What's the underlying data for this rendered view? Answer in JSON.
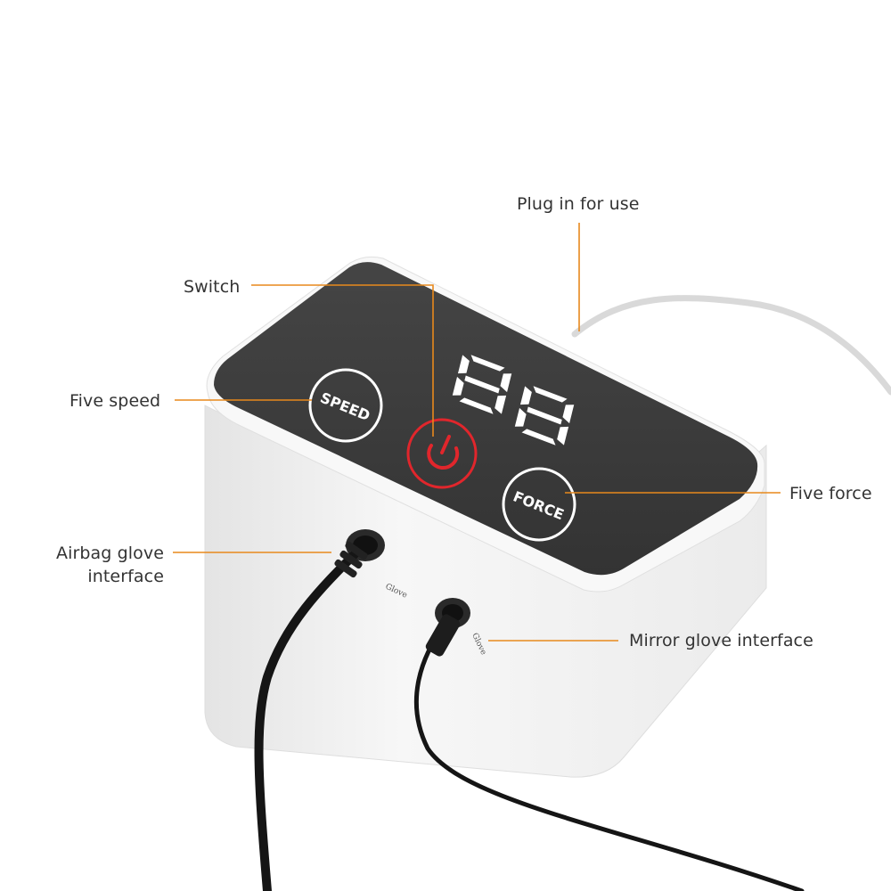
{
  "callouts": {
    "plug": "Plug in for use",
    "switch": "Switch",
    "speed": "Five speed",
    "force": "Five force",
    "airbag_line1": "Airbag glove",
    "airbag_line2": "interface",
    "mirror": "Mirror glove interface"
  },
  "device": {
    "speed_button": "SPEED",
    "force_button": "FORCE",
    "display_digits": "88",
    "port_label": "Glove",
    "icons": [
      "power-icon"
    ]
  },
  "colors": {
    "leader_line": "#e8891c",
    "panel": "#3a3a3a",
    "power_red": "#e1262c",
    "body": "#f3f3f3"
  }
}
